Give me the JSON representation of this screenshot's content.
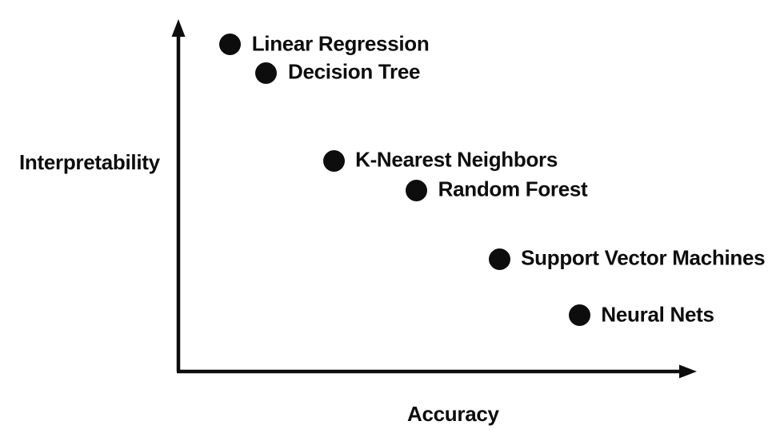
{
  "colors": {
    "ink": "#0d0d0d",
    "background": "#ffffff"
  },
  "chart_data": {
    "type": "scatter",
    "title": "",
    "xlabel": "Accuracy",
    "ylabel": "Interpretability",
    "xlim": [
      0,
      1
    ],
    "ylim": [
      0,
      1
    ],
    "grid": false,
    "legend": "none",
    "marker": "filled-black-circle",
    "points": [
      {
        "label": "Linear Regression",
        "accuracy": 0.1,
        "interpretability": 0.93
      },
      {
        "label": "Decision Tree",
        "accuracy": 0.17,
        "interpretability": 0.85
      },
      {
        "label": "K-Nearest Neighbors",
        "accuracy": 0.3,
        "interpretability": 0.6
      },
      {
        "label": "Random Forest",
        "accuracy": 0.46,
        "interpretability": 0.515
      },
      {
        "label": "Support Vector Machines",
        "accuracy": 0.62,
        "interpretability": 0.32
      },
      {
        "label": "Neural Nets",
        "accuracy": 0.775,
        "interpretability": 0.16
      }
    ]
  }
}
